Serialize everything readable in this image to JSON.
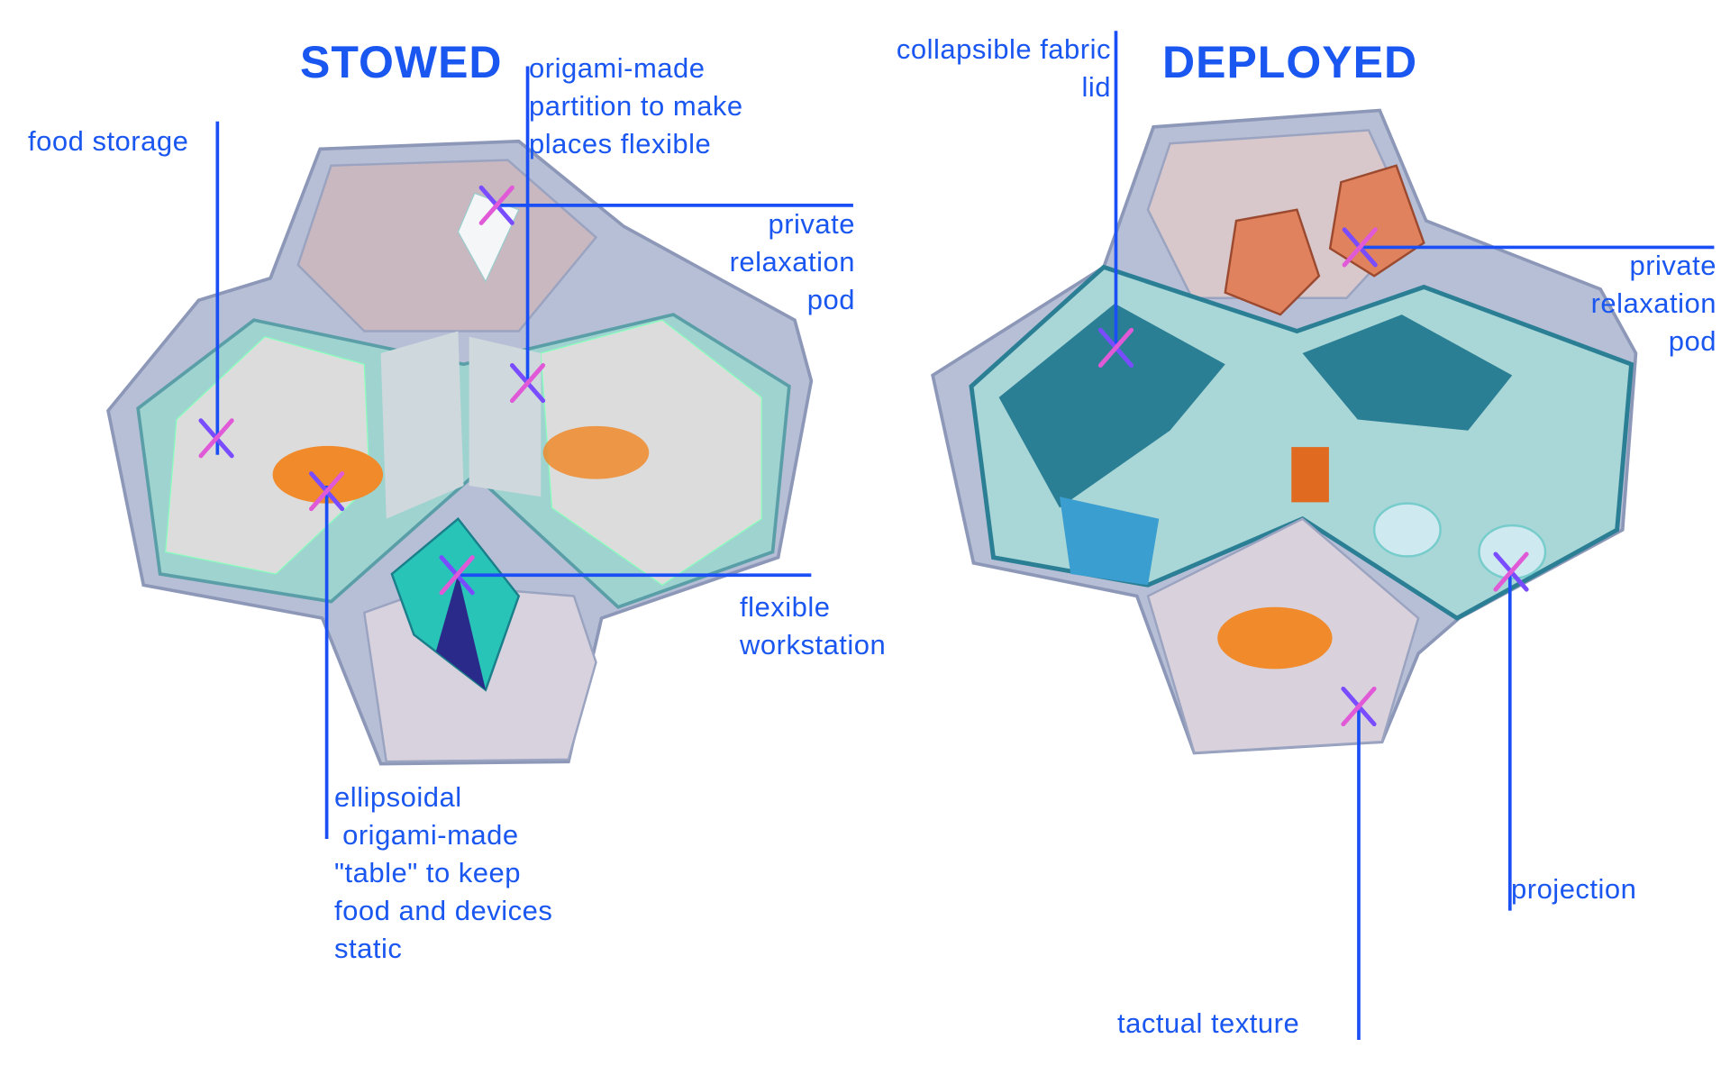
{
  "colors": {
    "text": "#1a56f0",
    "leader": "#1a4ff5",
    "marker_a": "#7a4cff",
    "marker_b": "#e05ad8",
    "shell": "#aab4cc",
    "teal": "#2b7f95",
    "mint": "#a9d6d6",
    "orange": "#f08a2a",
    "copper": "#e0825e"
  },
  "stowed": {
    "title": "STOWED",
    "labels": {
      "food_storage": [
        "food storage"
      ],
      "partition": [
        "origami-made",
        "partition to make",
        "places flexible"
      ],
      "relaxation_pod": [
        "private",
        "relaxation",
        "pod"
      ],
      "workstation": [
        "flexible",
        "workstation"
      ],
      "table": [
        "ellipsoidal",
        " origami-made",
        "\"table\" to keep",
        "food and devices",
        "static"
      ]
    }
  },
  "deployed": {
    "title": "DEPLOYED",
    "labels": {
      "fabric_lid": [
        "collapsible fabric",
        "lid"
      ],
      "relaxation_pod": [
        "private",
        "relaxation",
        "pod"
      ],
      "projection": [
        "projection"
      ],
      "tactual_texture": [
        "tactual texture"
      ]
    }
  }
}
